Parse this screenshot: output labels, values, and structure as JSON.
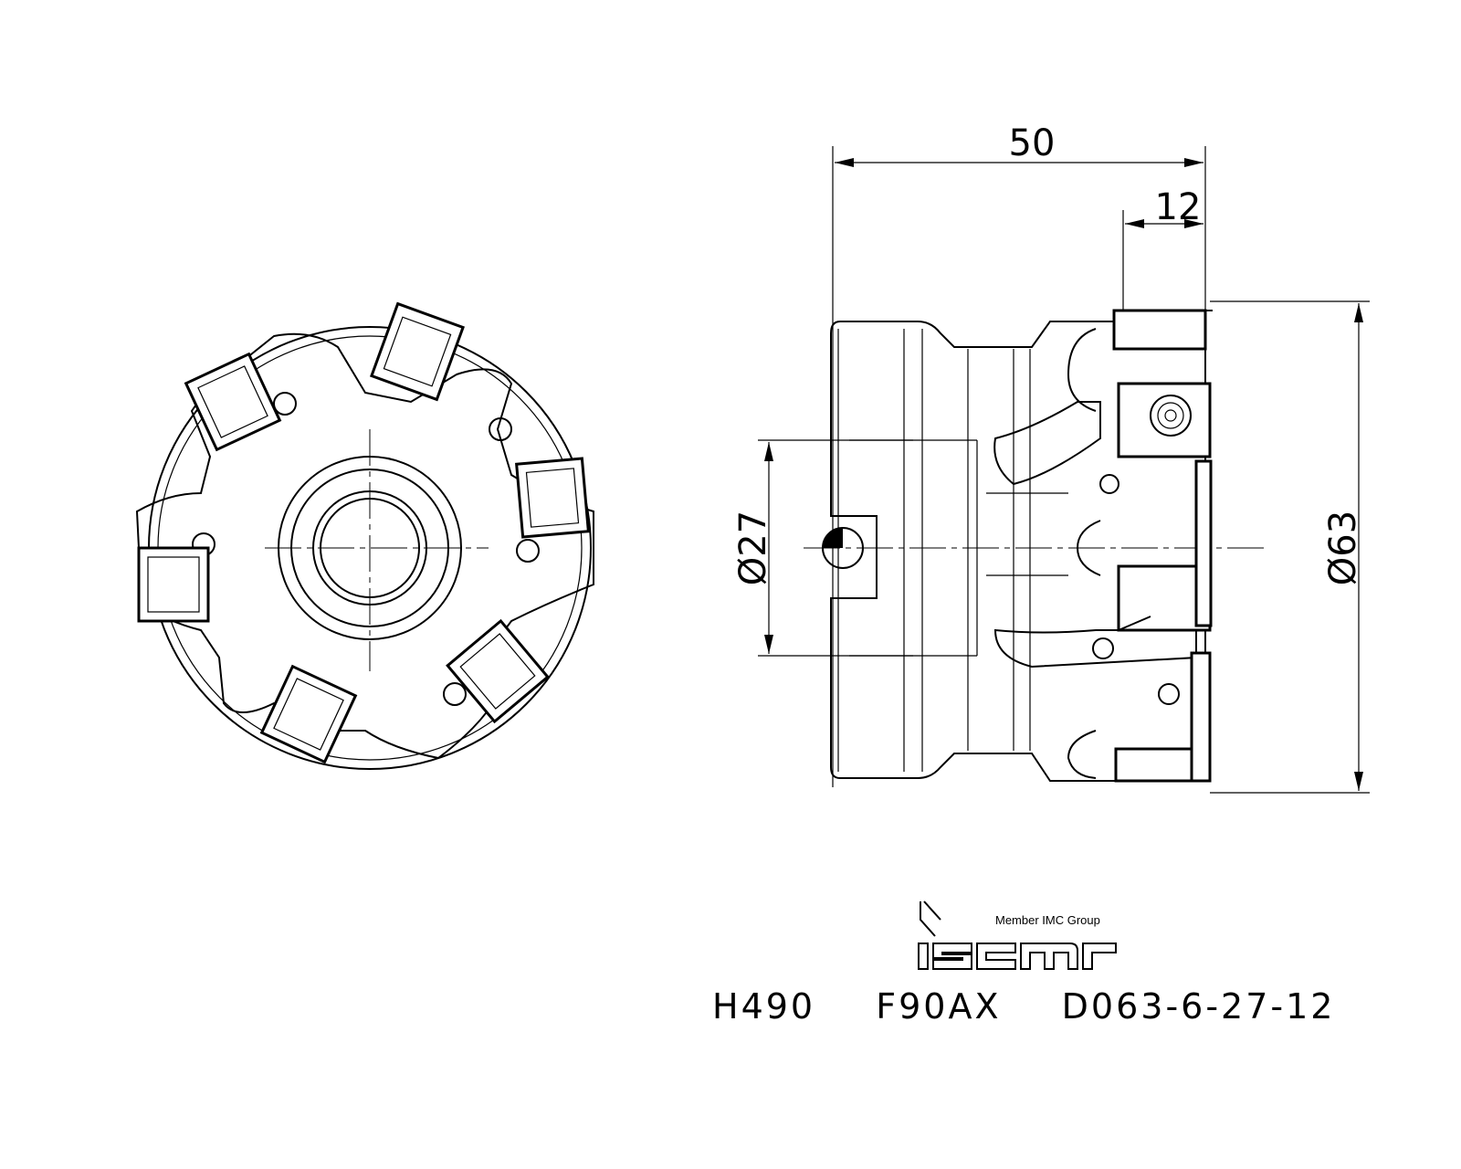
{
  "dimensions": {
    "overall_length": "50",
    "insert_length": "12",
    "bore_diameter": "Ø27",
    "cutting_diameter": "Ø63"
  },
  "logo": {
    "brand": "iscar",
    "tagline": "Member IMC Group"
  },
  "part_designation": "H490  F90AX  D063-6-27-12"
}
